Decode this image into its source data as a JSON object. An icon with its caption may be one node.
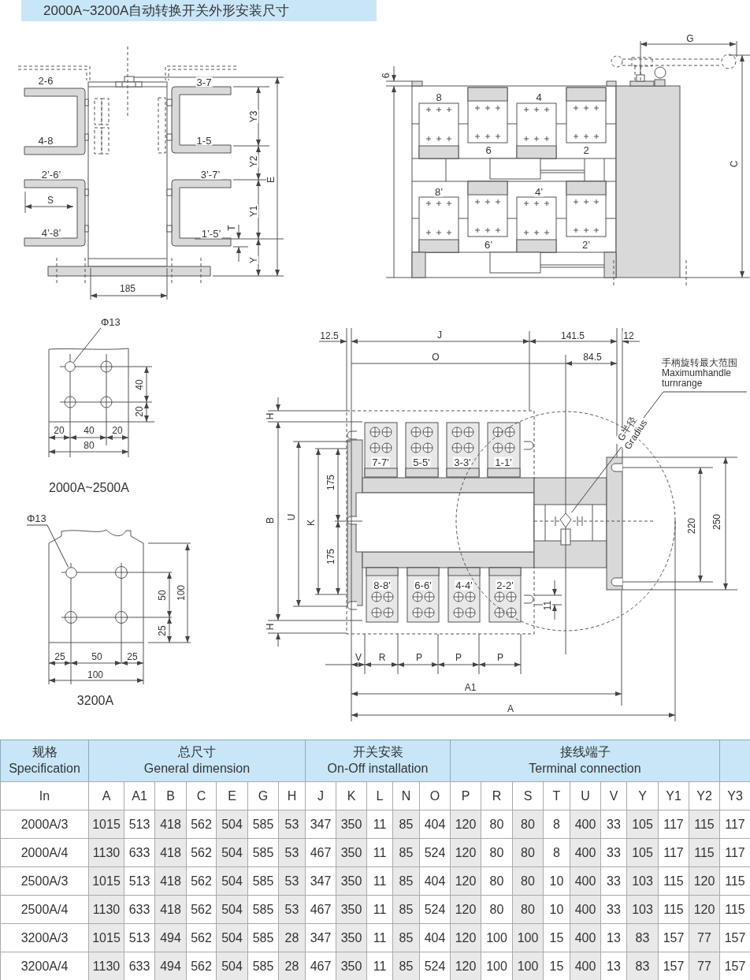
{
  "diagram": {
    "title": "2000A~3200A自动转换开关外形安装尺寸",
    "nodes": [
      {
        "text": [
          "Φ13"
        ]
      },
      {
        "text": [],
        "shape": "circle"
      },
      {
        "text": [
          "Φ13"
        ]
      },
      {
        "text": [],
        "shape": "circle"
      },
      {
        "text": [
          "手柄旋转最大范围",
          "Maximumhandle turnrange"
        ]
      },
      {
        "text": [],
        "shape": "diamond"
      }
    ],
    "edges": [
      {
        "from": 0,
        "to": 1,
        "arrow": "none"
      },
      {
        "from": 2,
        "to": 3,
        "arrow": "none"
      },
      {
        "from": 4,
        "to": 5,
        "arrow": "none",
        "label": "G半径 Gradius"
      }
    ],
    "labels": [
      "2-6",
      "3-7",
      "Y3",
      "4-8",
      "1-5",
      "Y2",
      "E",
      "2’-6’",
      "3’-7’",
      "S",
      "Y1",
      "T",
      "4’-8’",
      "1’-5’",
      "Y",
      "185",
      "G",
      "6",
      "8",
      "4",
      "6",
      "2",
      "C",
      "8’",
      "4’",
      "6’",
      "2’",
      "40",
      "20",
      "20",
      "40",
      "20",
      "80",
      "2000A~2500A",
      "12.5",
      "J",
      "141.5",
      "12",
      "O",
      "84.5",
      "H",
      "7-7'",
      "5-5'",
      "3-3'",
      "1-1'",
      "175",
      "B",
      "U",
      "K",
      "220",
      "250",
      "175",
      "8-8'",
      "6-6'",
      "4-4'",
      "2-2'",
      "11",
      "H",
      "V",
      "R",
      "P",
      "P",
      "P",
      "A1",
      "A",
      "50",
      "100",
      "25",
      "25",
      "50",
      "25",
      "100",
      "3200A",
      "规格",
      "Specification",
      "总尺寸",
      "General dimension",
      "开关安装",
      "On-Off installation",
      "接线端子",
      "Terminal connection",
      "In",
      "A",
      "A1",
      "B",
      "C",
      "E",
      "G",
      "H",
      "J",
      "K",
      "L",
      "N",
      "O",
      "P",
      "R",
      "S",
      "T",
      "U",
      "V",
      "Y",
      "Y1",
      "Y2",
      "Y3",
      "2000A/3",
      "1015",
      "513",
      "418",
      "562",
      "504",
      "585",
      "53",
      "347",
      "350",
      "11",
      "85",
      "404",
      "120",
      "80",
      "80",
      "8",
      "400",
      "33",
      "105",
      "117",
      "115",
      "117",
      "2000A/4",
      "1130",
      "633",
      "418",
      "562",
      "504",
      "585",
      "53",
      "467",
      "350",
      "11",
      "85",
      "524",
      "120",
      "80",
      "80",
      "8",
      "400",
      "33",
      "105",
      "117",
      "115",
      "117",
      "2500A/3",
      "1015",
      "513",
      "418",
      "562",
      "504",
      "585",
      "53",
      "347",
      "350",
      "11",
      "85",
      "404",
      "120",
      "80",
      "80",
      "10",
      "400",
      "33",
      "103",
      "115",
      "120",
      "115",
      "2500A/4",
      "1130",
      "633",
      "418",
      "562",
      "504",
      "585",
      "53",
      "467",
      "350",
      "11",
      "85",
      "524",
      "120",
      "80",
      "80",
      "10",
      "400",
      "33",
      "103",
      "115",
      "120",
      "115",
      "3200A/3",
      "1015",
      "513",
      "494",
      "562",
      "504",
      "585",
      "28",
      "347",
      "350",
      "11",
      "85",
      "404",
      "120",
      "100",
      "100",
      "15",
      "400",
      "13",
      "83",
      "157",
      "77",
      "157",
      "3200A/4",
      "1130",
      "633",
      "494",
      "562",
      "504",
      "585",
      "28",
      "467",
      "350",
      "11",
      "85",
      "524",
      "120",
      "100",
      "100",
      "15",
      "400",
      "13",
      "83",
      "157",
      "77",
      "157"
    ]
  }
}
